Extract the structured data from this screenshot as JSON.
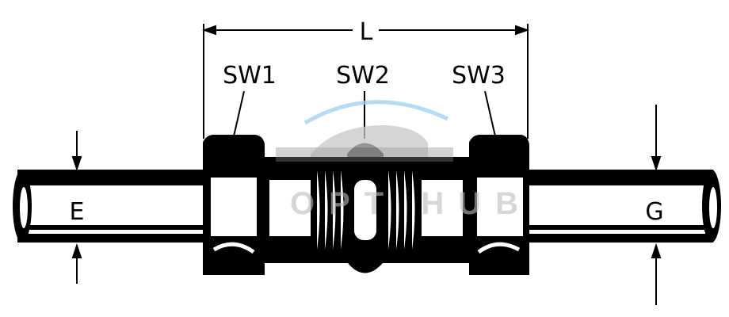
{
  "labels": {
    "length": "L",
    "wrench1": "SW1",
    "wrench2": "SW2",
    "wrench3": "SW3",
    "tube_left": "E",
    "tube_right": "G"
  },
  "watermark": "OPT HUB",
  "colors": {
    "line": "#000000",
    "watermark_arc": "#9fd0f0",
    "watermark_text": "#bdbdbd"
  }
}
